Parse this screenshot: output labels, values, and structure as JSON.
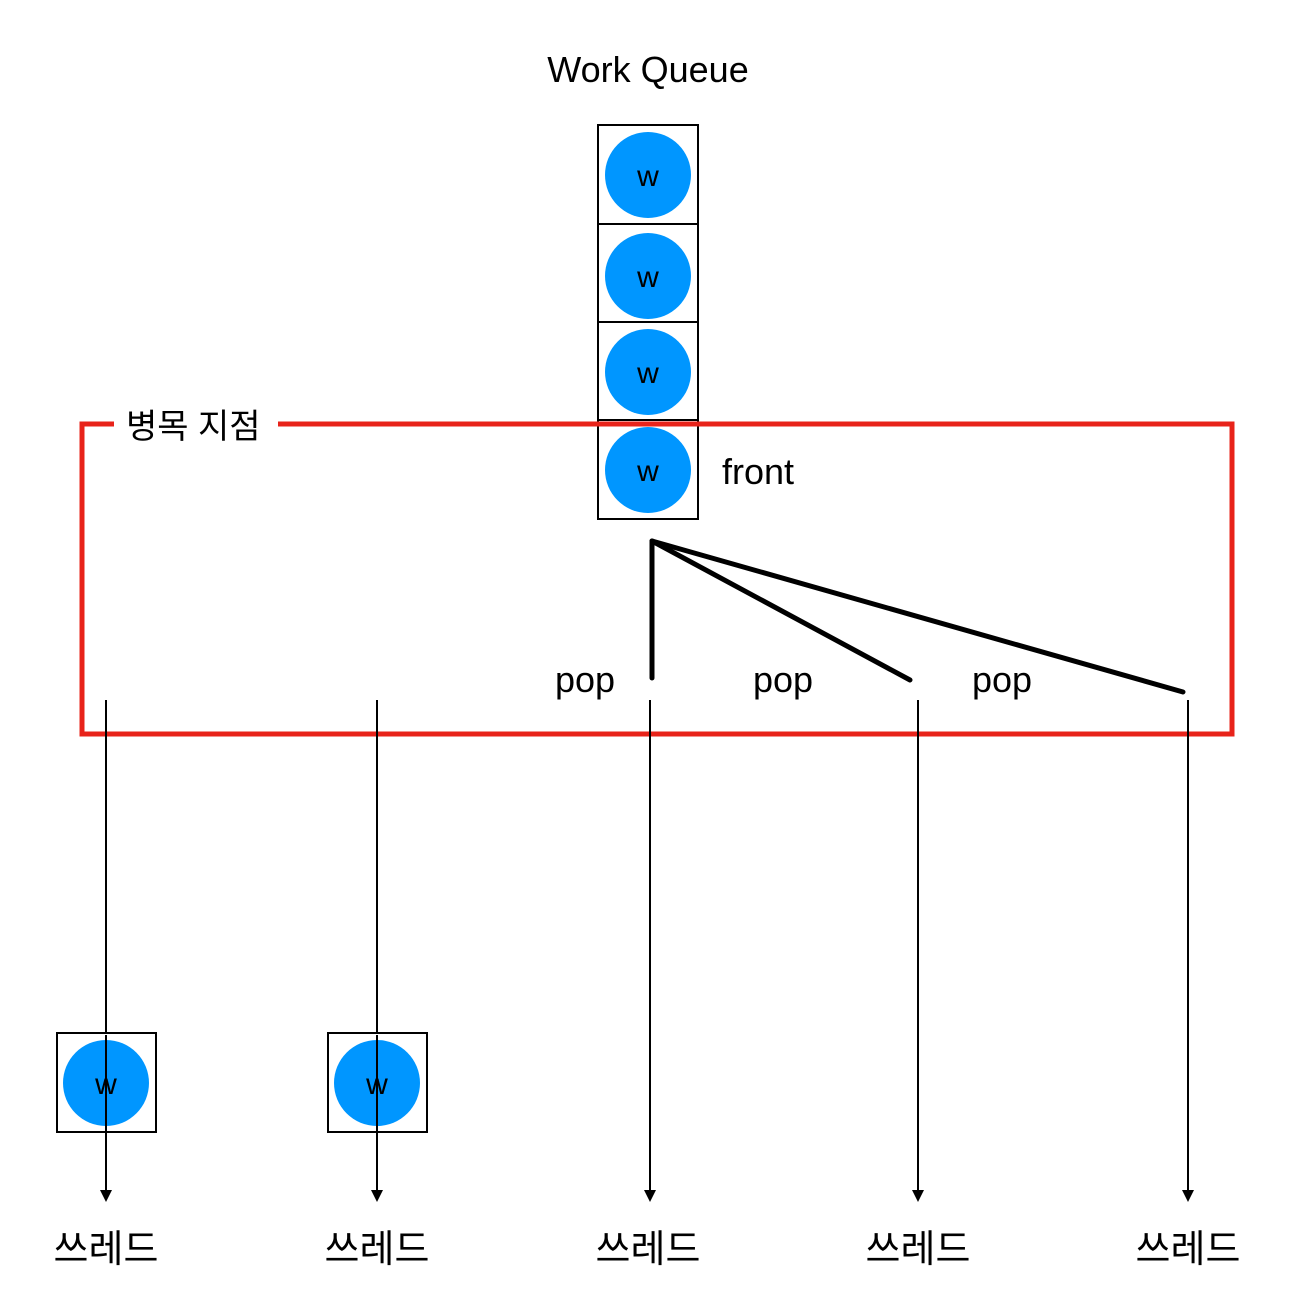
{
  "title": "Work Queue",
  "queue": {
    "items": [
      "w",
      "w",
      "w",
      "w"
    ],
    "front_label": "front"
  },
  "bottleneck": {
    "label": "병목 지점"
  },
  "pop_labels": [
    "pop",
    "pop",
    "pop"
  ],
  "threads": [
    {
      "label": "쓰레드",
      "holding": "w"
    },
    {
      "label": "쓰레드",
      "holding": "w"
    },
    {
      "label": "쓰레드",
      "holding": ""
    },
    {
      "label": "쓰레드",
      "holding": ""
    },
    {
      "label": "쓰레드",
      "holding": ""
    }
  ],
  "colors": {
    "work_item": "#0096FF",
    "bottleneck_border": "#E8231A",
    "line": "#000000"
  }
}
